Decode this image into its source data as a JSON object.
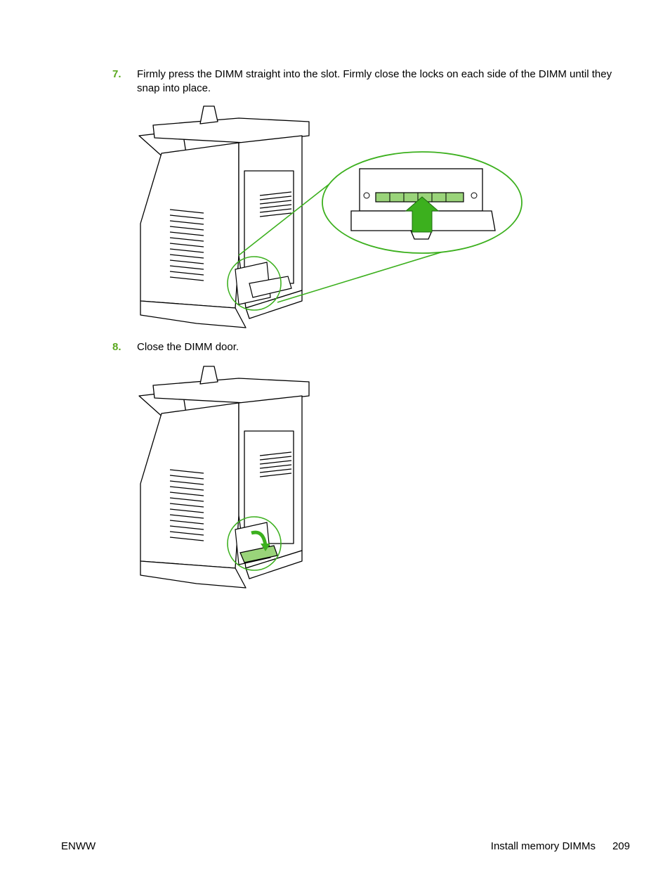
{
  "steps": [
    {
      "number": "7.",
      "text": "Firmly press the DIMM straight into the slot. Firmly close the locks on each side of the DIMM until they snap into place."
    },
    {
      "number": "8.",
      "text": "Close the DIMM door."
    }
  ],
  "footer": {
    "left": "ENWW",
    "section": "Install memory DIMMs",
    "page": "209"
  },
  "colors": {
    "accent_green": "#5aa81e",
    "highlight_green": "#3cb01e"
  }
}
